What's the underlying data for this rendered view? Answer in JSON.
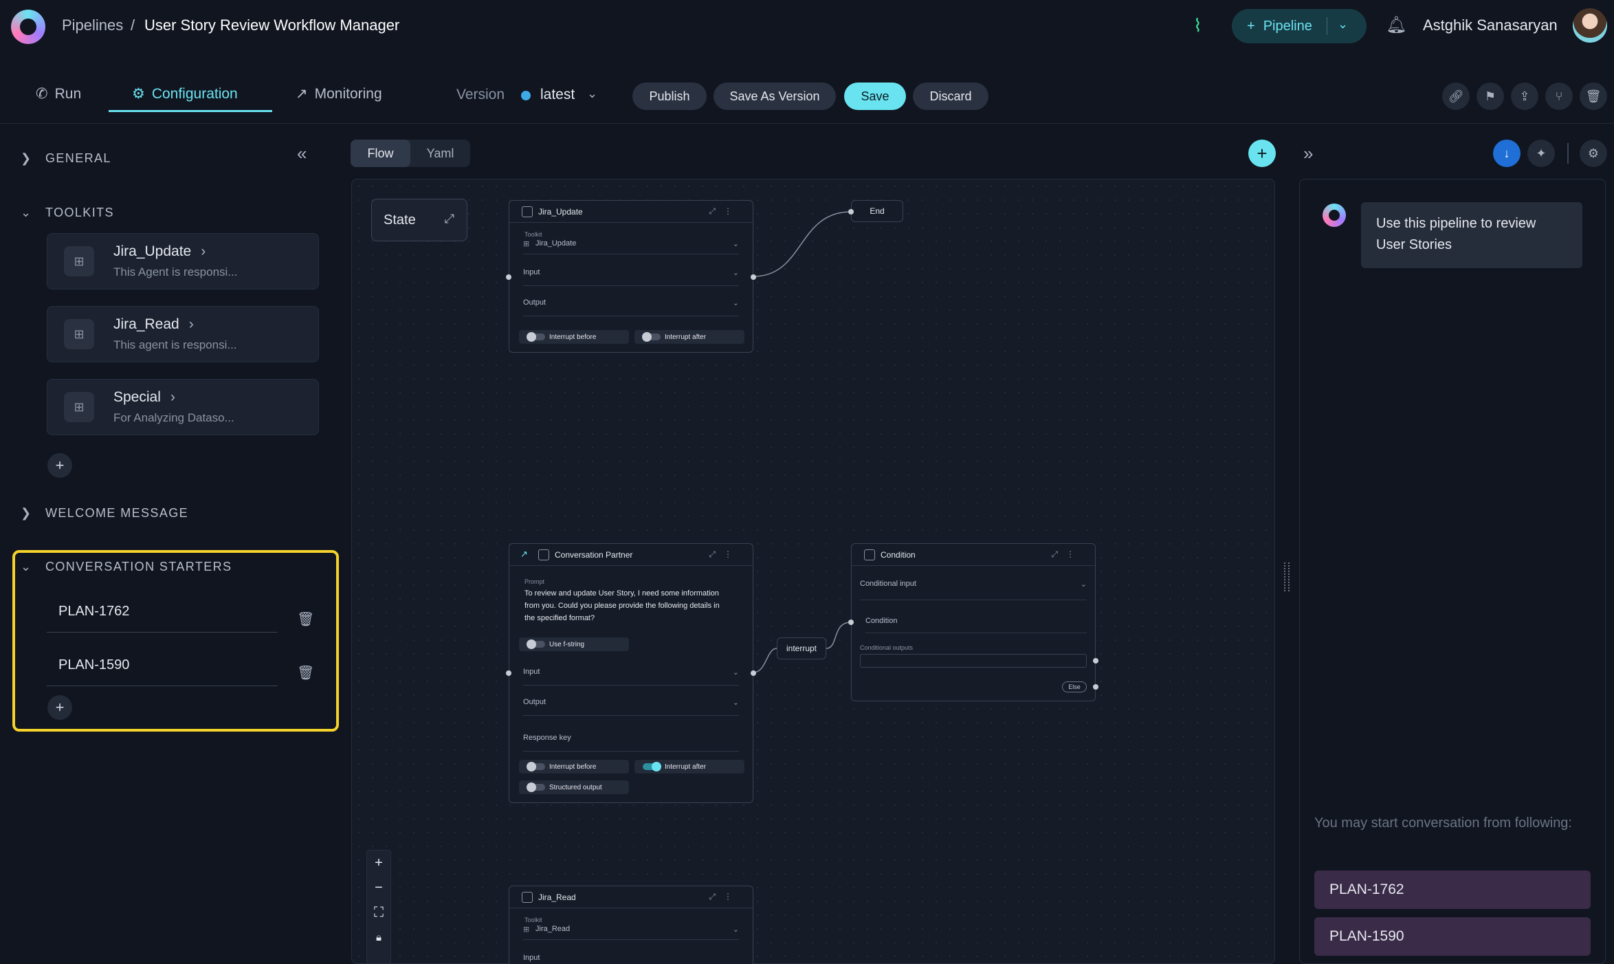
{
  "header": {
    "breadcrumb_root": "Pipelines",
    "breadcrumb_sep": "/",
    "breadcrumb_current": "User Story Review Workflow Manager",
    "pipeline_button": "Pipeline",
    "username": "Astghik Sanasaryan"
  },
  "tabs": [
    {
      "label": "Run",
      "icon": "rocket-icon"
    },
    {
      "label": "Configuration",
      "icon": "gear-icon"
    },
    {
      "label": "Monitoring",
      "icon": "chart-icon"
    }
  ],
  "version": {
    "label": "Version",
    "value": "latest"
  },
  "actions": {
    "publish": "Publish",
    "save_as_version": "Save As Version",
    "save": "Save",
    "discard": "Discard"
  },
  "left_panel": {
    "general": "GENERAL",
    "toolkits": "TOOLKITS",
    "toolkit_items": [
      {
        "title": "Jira_Update",
        "desc": "This Agent is responsi..."
      },
      {
        "title": "Jira_Read",
        "desc": "This agent is responsi..."
      },
      {
        "title": "Special",
        "desc": "For Analyzing Dataso..."
      }
    ],
    "welcome_message": "WELCOME MESSAGE",
    "conversation_starters": "CONVERSATION STARTERS",
    "starters": [
      "PLAN-1762",
      "PLAN-1590"
    ]
  },
  "canvas": {
    "view_tabs": [
      "Flow",
      "Yaml"
    ],
    "state_label": "State",
    "end_label": "End",
    "interrupt_label": "interrupt",
    "jira_update_node": {
      "title": "Jira_Update",
      "toolkit_label": "Toolkit",
      "toolkit_value": "Jira_Update",
      "input": "Input",
      "output": "Output",
      "interrupt_before": "Interrupt before",
      "interrupt_after": "Interrupt after"
    },
    "conversation_node": {
      "title": "Conversation Partner",
      "prompt_label": "Prompt",
      "prompt_lines": [
        "To review and update User Story, I need some information",
        "from you. Could you please provide the following details in",
        "the specified format?"
      ],
      "use_fstring": "Use f-string",
      "input": "Input",
      "output": "Output",
      "response_key": "Response key",
      "interrupt_before": "Interrupt before",
      "interrupt_after": "Interrupt after",
      "structured_output": "Structured output"
    },
    "condition_node": {
      "title": "Condition",
      "conditional_input": "Conditional input",
      "condition": "Condition",
      "conditional_outputs": "Conditional outputs",
      "else": "Else"
    },
    "jira_read_node": {
      "title": "Jira_Read",
      "toolkit_label": "Toolkit",
      "toolkit_value": "Jira_Read",
      "input": "Input"
    }
  },
  "chat": {
    "bot_message": "Use this pipeline to review User Stories",
    "starter_hint": "You may start conversation from following:",
    "starters": [
      "PLAN-1762",
      "PLAN-1590"
    ]
  },
  "colors": {
    "accent": "#6ae3f0",
    "highlight": "#f5d22a",
    "starter_chip": "#3a2b48",
    "flow_icon": "#3ee09a"
  }
}
